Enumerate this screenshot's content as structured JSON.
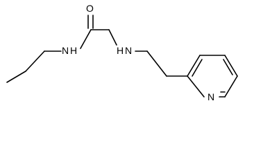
{
  "structure": {
    "atoms": {
      "oxygen": "O",
      "amide_nitrogen": "N",
      "amide_hydrogen": "H",
      "amine_nitrogen": "N",
      "amine_hydrogen": "H",
      "pyridine_nitrogen": "N"
    }
  }
}
